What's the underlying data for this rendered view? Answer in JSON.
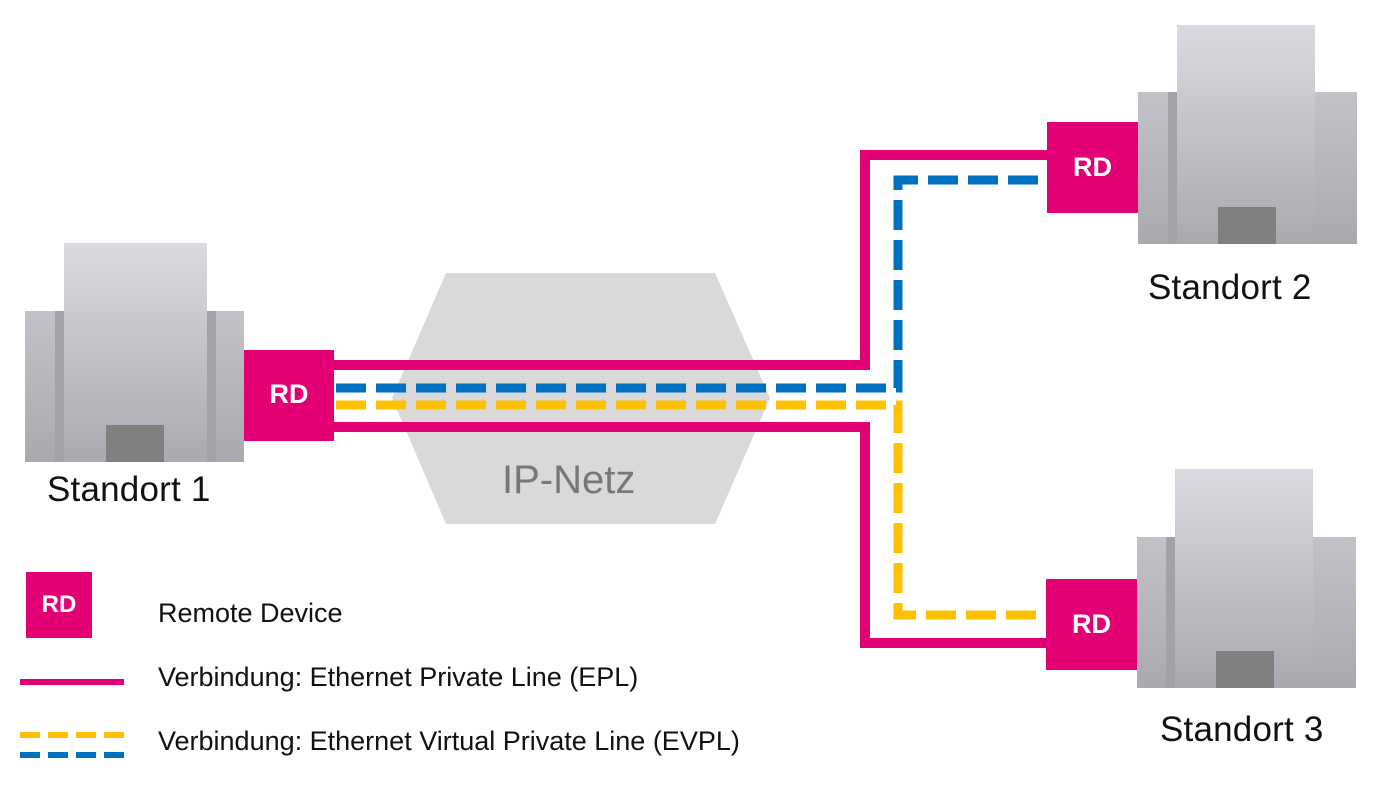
{
  "diagram": {
    "colors": {
      "epl": "#e20074",
      "evpl_blue": "#0070c0",
      "evpl_yellow": "#ffc000",
      "rd_box": "#e20074",
      "cloud": "#d9d9d9",
      "cloud_text": "#777777",
      "building_light": "#d8d8de",
      "building_dark": "#a8a8ae",
      "building_door": "#808080"
    },
    "cloud": {
      "label": "IP-Netz"
    },
    "sites": [
      {
        "id": "standort-1",
        "label": "Standort 1",
        "device": "RD"
      },
      {
        "id": "standort-2",
        "label": "Standort 2",
        "device": "RD"
      },
      {
        "id": "standort-3",
        "label": "Standort 3",
        "device": "RD"
      }
    ],
    "connections": [
      {
        "type": "EPL",
        "from": "Standort 1",
        "to": "Standort 2",
        "style": "solid",
        "color": "magenta"
      },
      {
        "type": "EPL",
        "from": "Standort 1",
        "to": "Standort 3",
        "style": "solid",
        "color": "magenta"
      },
      {
        "type": "EVPL",
        "from": "Standort 1",
        "to": "Standort 2",
        "style": "dashed",
        "color": "blue"
      },
      {
        "type": "EVPL",
        "from": "Standort 1",
        "to": "Standort 3",
        "style": "dashed",
        "color": "yellow"
      }
    ]
  },
  "legend": {
    "items": [
      {
        "symbol": "RD",
        "label": "Remote Device"
      },
      {
        "symbol": "solid-magenta-line",
        "label": "Verbindung: Ethernet Private Line (EPL)"
      },
      {
        "symbol": "dashed-yellow-blue-line",
        "label": "Verbindung: Ethernet Virtual Private Line (EVPL)"
      }
    ]
  }
}
